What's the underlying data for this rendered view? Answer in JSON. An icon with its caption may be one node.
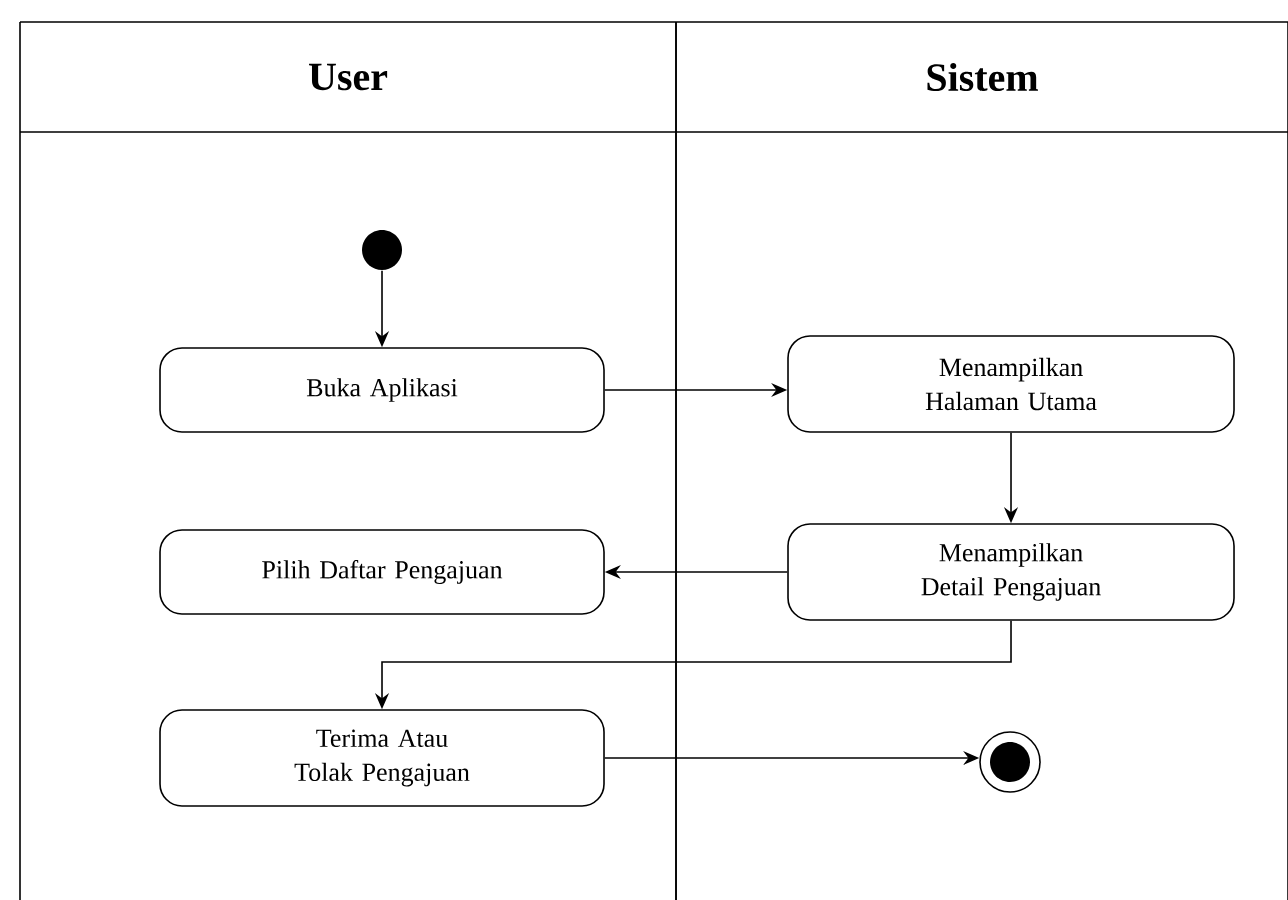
{
  "diagram": {
    "nodes": [
      {
        "text": [
          "User"
        ]
      },
      {
        "text": [
          "Sistem"
        ]
      },
      {
        "text": [],
        "shape": "circle",
        "in": 0
      },
      {
        "text": [
          "Buka Aplikasi"
        ],
        "in": 0
      },
      {
        "text": [
          "Menampilkan Halaman Utama"
        ],
        "in": 1
      },
      {
        "text": [
          "Pilih Daftar Pengajuan"
        ],
        "in": 0
      },
      {
        "text": [
          "Menampilkan Detail Pengajuan"
        ],
        "in": 1
      },
      {
        "text": [
          "Terima Atau Tolak Pengajuan"
        ],
        "in": 0
      },
      {
        "text": [],
        "shape": "circle",
        "in": 1
      }
    ],
    "edges": [
      {
        "from": 2,
        "to": 3,
        "arrow": "to"
      },
      {
        "from": 3,
        "to": 4,
        "arrow": "to"
      },
      {
        "from": 4,
        "to": 6,
        "arrow": "to"
      },
      {
        "from": 6,
        "to": 5,
        "arrow": "to"
      },
      {
        "from": 6,
        "to": 7,
        "arrow": "to"
      },
      {
        "from": 7,
        "to": 8,
        "arrow": "to"
      }
    ]
  }
}
